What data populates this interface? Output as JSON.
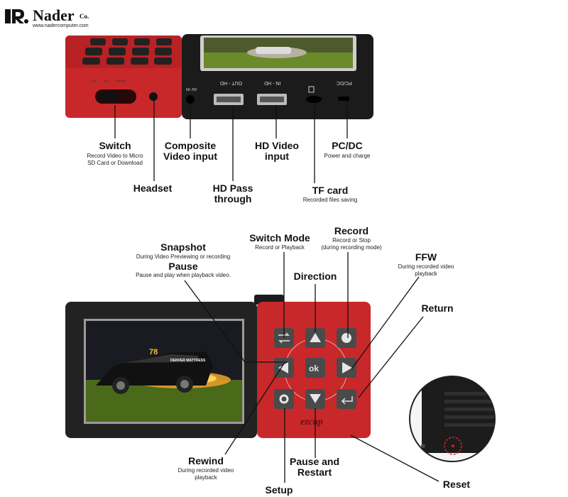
{
  "logo": {
    "name": "Nader",
    "suffix": "Co.",
    "url": "www.nadercomputer.com"
  },
  "top_device": {
    "ports": {
      "av_in": "AV IN",
      "hd_out": "OUT - HD",
      "hd_in": "IN - HD",
      "pcdc": "PC/DC"
    },
    "switch_small": [
      "Standby",
      "ON",
      "OFF"
    ],
    "labels": {
      "switch_title": "Switch",
      "switch_desc": "Record Video to Micro\nSD Card or Download",
      "composite_title": "Composite\nVideo input",
      "hd_video_title": "HD Video\ninput",
      "pcdc_title": "PC/DC",
      "pcdc_desc": "Power and charge",
      "headset_title": "Headset",
      "hd_pass_title": "HD Pass\nthrough",
      "tf_title": "TF card",
      "tf_desc": "Recorded files saving"
    }
  },
  "bottom_device": {
    "brand": "ezcap",
    "ok_label": "ok",
    "screen_overlay": {
      "car_number": "78",
      "sponsor": "DENVER MATTRESS"
    },
    "labels": {
      "snapshot_title": "Snapshot",
      "snapshot_desc": "During Video Previewing or recording",
      "pause_title": "Pause",
      "pause_desc": "Pause and play when playback video.",
      "switch_mode_title": "Switch Mode",
      "switch_mode_desc": "Record or Playback",
      "record_title": "Record",
      "record_desc": "Record or Stop\n(during recording mode)",
      "ffw_title": "FFW",
      "ffw_desc": "During recorded video\nplayback",
      "direction_title": "Direction",
      "return_title": "Return",
      "rewind_title": "Rewind",
      "rewind_desc": "During recorded video\nplayback",
      "pause_restart_title": "Pause and\nRestart",
      "setup_title": "Setup",
      "reset_title": "Reset"
    }
  },
  "colors": {
    "device_red": "#c8282a",
    "device_black": "#1b1b1b",
    "button_gray": "#4a4a4a"
  }
}
